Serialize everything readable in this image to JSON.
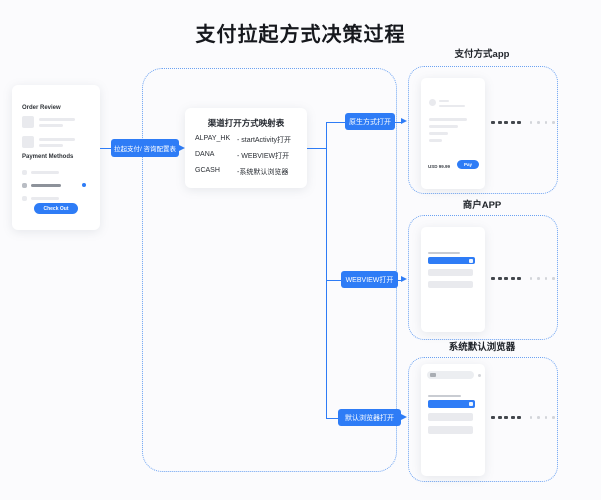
{
  "title": "支付拉起方式决策过程",
  "colors": {
    "accent_blue": "#2e7cf6",
    "dashed_border": "#6ba2f2",
    "background": "#fbfbfd"
  },
  "checkout_phone": {
    "order_review_label": "Order Review",
    "payment_methods_label": "Payment Methods",
    "checkout_button_label": "Check Out"
  },
  "flow": {
    "launch_label": "拉起支付/ 咨询配置表",
    "mapping_table": {
      "title": "渠道打开方式映射表",
      "rows": [
        {
          "channel": "ALPAY_HK",
          "method": "- startActivity打开"
        },
        {
          "channel": "DANA",
          "method": "- WEBVIEW打开"
        },
        {
          "channel": "GCASH",
          "method": "-系统默认浏览器"
        }
      ]
    },
    "branches": [
      {
        "label": "原生方式打开"
      },
      {
        "label": "WEBVIEW打开"
      },
      {
        "label": "默认浏览器打开"
      }
    ]
  },
  "targets": [
    {
      "header": "支付方式app",
      "phone": {
        "amount": "USD 99.99",
        "pay_button_label": "Pay"
      }
    },
    {
      "header": "商户APP"
    },
    {
      "header": "系统默认浏览器"
    }
  ]
}
